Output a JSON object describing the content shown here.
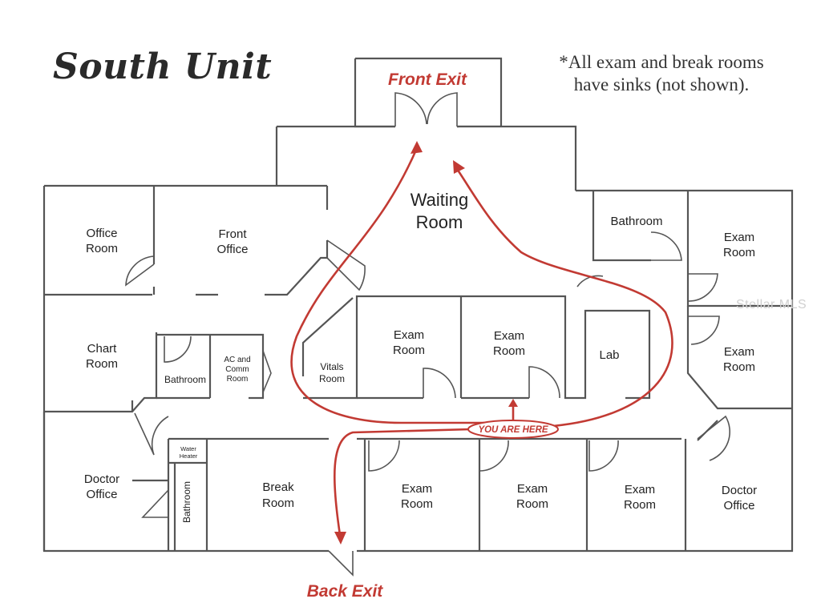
{
  "title": "South Unit",
  "note": {
    "line1": "*All exam and break rooms",
    "line2": "have sinks (not shown)."
  },
  "exits": {
    "front": "Front Exit",
    "back": "Back Exit"
  },
  "you_are_here": "YOU ARE HERE",
  "watermark": "Stellar MLS",
  "rooms": {
    "office_room": [
      "Office",
      "Room"
    ],
    "front_office": [
      "Front",
      "Office"
    ],
    "waiting_room": [
      "Waiting",
      "Room"
    ],
    "bathroom_top_right": "Bathroom",
    "exam_right_1": [
      "Exam",
      "Room"
    ],
    "exam_right_2": [
      "Exam",
      "Room"
    ],
    "chart_room": [
      "Chart",
      "Room"
    ],
    "bathroom_mid": "Bathroom",
    "ac_comm": [
      "AC and",
      "Comm",
      "Room"
    ],
    "vitals_room": [
      "Vitals",
      "Room"
    ],
    "exam_center_1": [
      "Exam",
      "Room"
    ],
    "exam_center_2": [
      "Exam",
      "Room"
    ],
    "lab": "Lab",
    "doctor_office_left": [
      "Doctor",
      "Office"
    ],
    "water_heater": [
      "Water",
      "Heater"
    ],
    "bathroom_vertical": "Bathroom",
    "break_room": [
      "Break",
      "Room"
    ],
    "exam_bottom_1": [
      "Exam",
      "Room"
    ],
    "exam_bottom_2": [
      "Exam",
      "Room"
    ],
    "exam_bottom_3": [
      "Exam",
      "Room"
    ],
    "doctor_office_right": [
      "Doctor",
      "Office"
    ]
  },
  "colors": {
    "route": "#c23a33",
    "walls": "#555555"
  }
}
